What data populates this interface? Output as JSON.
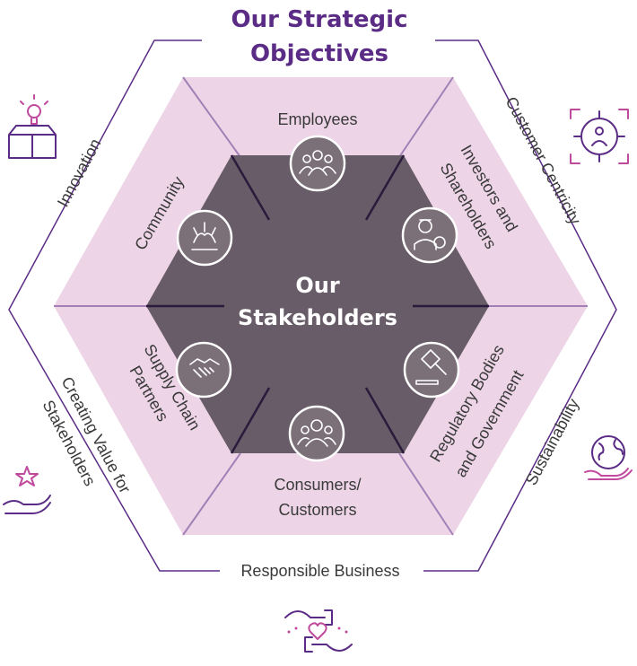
{
  "title": {
    "line1": "Our Strategic",
    "line2": "Objectives"
  },
  "center": {
    "line1": "Our",
    "line2": "Stakeholders"
  },
  "stakeholders": [
    {
      "id": "employees",
      "line1": "Employees",
      "icon": "employees-icon"
    },
    {
      "id": "investors",
      "line1": "Investors and",
      "line2": "Shareholders",
      "icon": "investor-icon"
    },
    {
      "id": "regulatory",
      "line1": "Regulatory Bodies",
      "line2": "and Government",
      "icon": "gavel-icon"
    },
    {
      "id": "consumers",
      "line1": "Consumers/",
      "line2": "Customers",
      "icon": "consumers-icon"
    },
    {
      "id": "supply",
      "line1": "Supply Chain",
      "line2": "Partners",
      "icon": "handshake-icon"
    },
    {
      "id": "community",
      "line1": "Community",
      "icon": "community-hands-icon"
    }
  ],
  "objectives": [
    {
      "id": "innovation",
      "label": "Innovation",
      "icon": "lightbulb-box-icon"
    },
    {
      "id": "customer_centricity",
      "label": "Customer Centricity",
      "icon": "target-people-icon"
    },
    {
      "id": "sustainability",
      "label": "Sustainability",
      "icon": "globe-in-hand-icon"
    },
    {
      "id": "responsible_business",
      "label": "Responsible Business",
      "icon": "heart-hands-icon"
    },
    {
      "id": "creating_value",
      "line1": "Creating Value for",
      "line2": "Stakeholders",
      "icon": "star-in-hand-icon"
    }
  ],
  "colors": {
    "title": "#5b2c86",
    "inner_hex": "#675c67",
    "middle_hex": "#edd5e7",
    "outline": "#5b2c86",
    "icon_accent": "#c04a9e"
  }
}
